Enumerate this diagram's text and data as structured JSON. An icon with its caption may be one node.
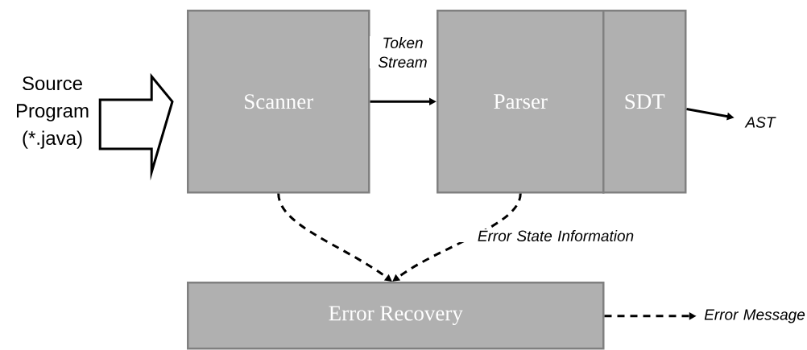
{
  "diagram": {
    "nodes": [
      {
        "text": [
          "Source Program (*.java)"
        ]
      },
      {
        "text": [
          "Scanner"
        ]
      },
      {
        "text": [
          "Parser"
        ]
      },
      {
        "text": [
          "SDT"
        ]
      },
      {
        "text": [
          "AST"
        ]
      },
      {
        "text": [
          "Error Recovery"
        ]
      },
      {
        "text": [
          "Error Message"
        ]
      }
    ],
    "edges": [
      {
        "from": 0,
        "to": 1,
        "arrow": "to",
        "style": "thick"
      },
      {
        "from": 1,
        "to": 2,
        "arrow": "to",
        "label": "Token Stream"
      },
      {
        "from": 3,
        "to": 4,
        "arrow": "to"
      },
      {
        "from": 1,
        "to": 5,
        "arrow": "to",
        "style": "dashed"
      },
      {
        "from": 2,
        "to": 5,
        "arrow": "to",
        "style": "dashed",
        "label": "Error State Information"
      },
      {
        "from": 5,
        "to": 6,
        "arrow": "to",
        "style": "dashed"
      }
    ]
  }
}
